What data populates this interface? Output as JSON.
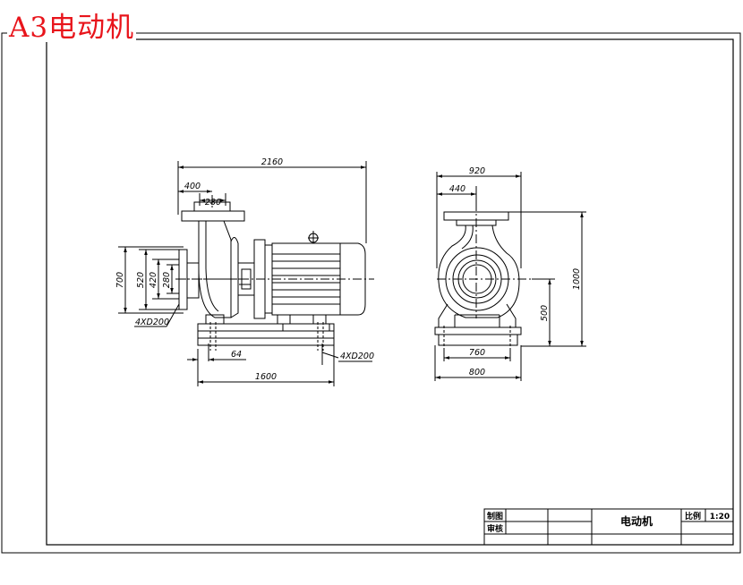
{
  "sheet": {
    "corner_title": "A3电动机",
    "title_block": {
      "drawn_label": "制图",
      "checked_label": "审核",
      "name": "电动机",
      "scale_label": "比例",
      "scale_value": "1:20"
    }
  },
  "front_view": {
    "dims": {
      "overall_length": "2160",
      "inlet_offset": "400",
      "flange_width": "280",
      "height_700": "700",
      "height_520": "520",
      "height_420": "420",
      "height_280": "280",
      "bolt_left": "4XD200",
      "base_offset": "64",
      "bolt_right": "4XD200",
      "base_length": "1600"
    }
  },
  "side_view": {
    "dims": {
      "overall_width": "920",
      "inlet_width": "440",
      "overall_height": "1000",
      "center_height": "500",
      "bolt_spacing": "760",
      "base_width": "800"
    }
  },
  "colors": {
    "line": "#000000",
    "title": "#e8141b"
  }
}
